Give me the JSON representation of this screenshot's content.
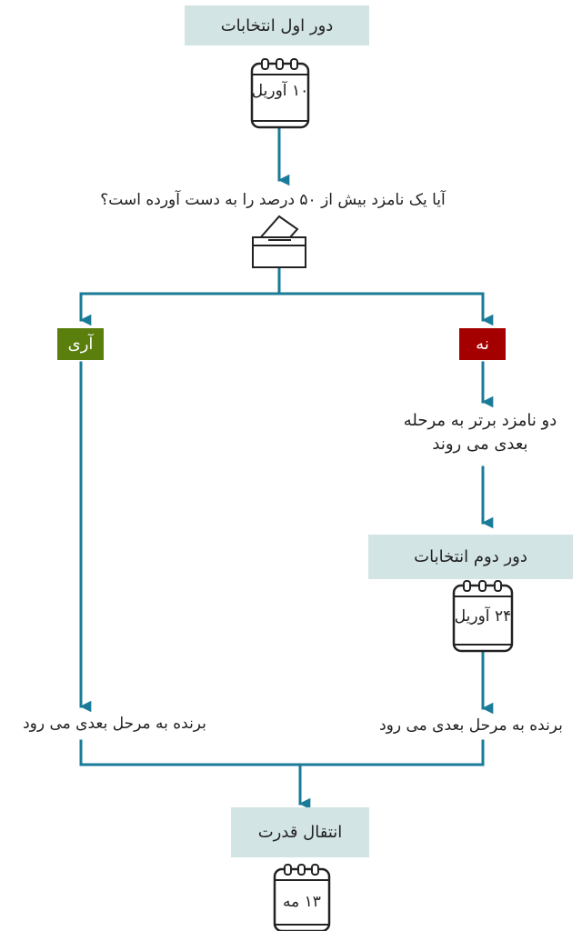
{
  "colors": {
    "line": "#1a7b99",
    "step_bg": "#d3e4e5",
    "yes_bg": "#5a7f0d",
    "no_bg": "#a40000",
    "text": "#222222"
  },
  "first_round": {
    "title": "دور اول انتخابات",
    "date": "۱۰ آوریل",
    "icon": "calendar-icon"
  },
  "question": {
    "text": "آیا یک نامزد بیش از ۵۰ درصد را به دست آورده است؟",
    "icon": "ballot-box-icon"
  },
  "yes_branch": {
    "label": "آری",
    "result": "برنده به مرحل بعدی می رود"
  },
  "no_branch": {
    "label": "نه",
    "result_line1": "دو نامزد برتر به مرحله",
    "result_line2": "بعدی می روند"
  },
  "second_round": {
    "title": "دور دوم انتخابات",
    "date": "۲۴ آوریل",
    "icon": "calendar-icon",
    "result": "برنده به مرحل بعدی می رود"
  },
  "transfer": {
    "title": "انتقال قدرت",
    "date": "۱۳ مه",
    "icon": "calendar-icon"
  }
}
